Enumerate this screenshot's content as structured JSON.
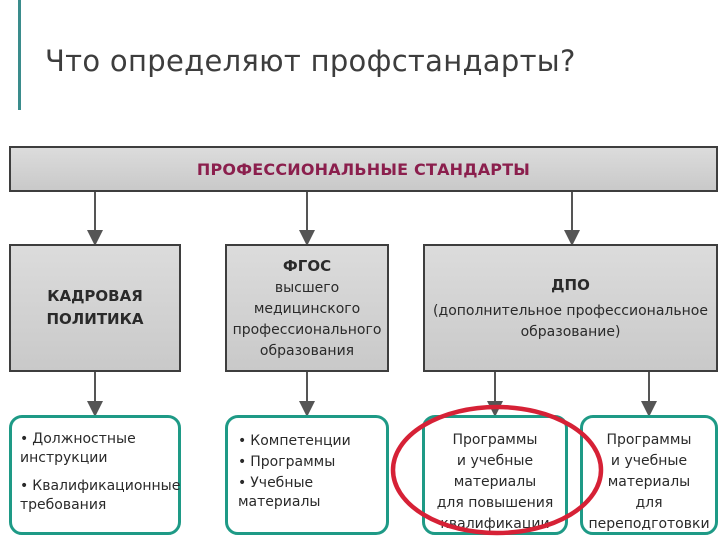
{
  "title": "Что определяют профстандарты?",
  "header": {
    "label": "ПРОФЕССИОНАЛЬНЫЕ СТАНДАРТЫ"
  },
  "row2": {
    "kadr": {
      "line1": "КАДРОВАЯ",
      "line2": "ПОЛИТИКА"
    },
    "fgos": {
      "title": "ФГОС",
      "line1": "высшего",
      "line2": "медицинского",
      "line3": "профессионального",
      "line4": "образования"
    },
    "dpo": {
      "title": "ДПО",
      "line1": "(дополнительное профессиональное",
      "line2": "образование)"
    }
  },
  "row3": {
    "kadr_items": [
      "Должностные инструкции",
      "Квалификационные требования"
    ],
    "fgos_items": [
      "Компетенции",
      "Программы",
      "Учебные материалы"
    ],
    "dpo_qual": "Программы\nи учебные\nматериалы\nдля повышения\nквалификации",
    "dpo_retrain": "Программы\nи учебные\nматериалы\nдля\nпереподготовки"
  },
  "colors": {
    "header_text": "#8b1f4d",
    "box_fill": "#d3d3d3",
    "green_border": "#1e9a86",
    "highlight_ellipse": "#d62136",
    "accent_line": "#3a8c8c"
  }
}
